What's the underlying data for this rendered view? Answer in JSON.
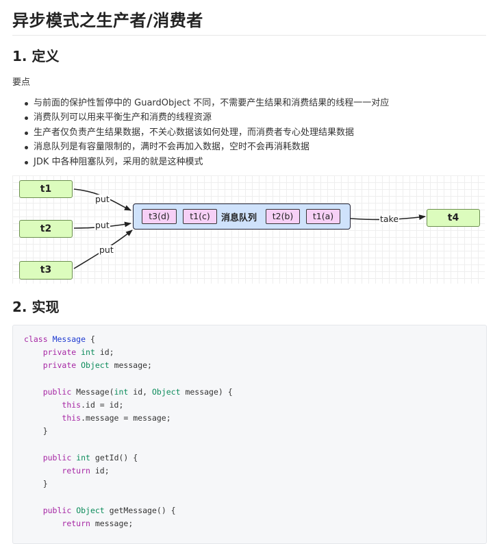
{
  "title": "异步模式之生产者/消费者",
  "section1": {
    "heading": "1. 定义",
    "intro": "要点"
  },
  "bullets": [
    "与前面的保护性暂停中的 GuardObject 不同，不需要产生结果和消费结果的线程一一对应",
    "消费队列可以用来平衡生产和消费的线程资源",
    "生产者仅负责产生结果数据，不关心数据该如何处理，而消费者专心处理结果数据",
    "消息队列是有容量限制的，满时不会再加入数据，空时不会再消耗数据",
    "JDK 中各种阻塞队列，采用的就是这种模式"
  ],
  "diagram": {
    "producers": [
      "t1",
      "t2",
      "t3"
    ],
    "consumer": "t4",
    "queue_label": "消息队列",
    "messages_left": [
      "t3(d)",
      "t1(c)"
    ],
    "messages_right": [
      "t2(b)",
      "t1(a)"
    ],
    "put_label": "put",
    "take_label": "take",
    "colors": {
      "node": "#dcfcbd",
      "queue": "#cfe2fb",
      "message": "#f6d0f6"
    }
  },
  "section2": {
    "heading": "2. 实现"
  },
  "code": {
    "l1": {
      "kw": "class",
      "cls": "Message",
      "rest": " {"
    },
    "l2": {
      "kw": "private",
      "ty": "int",
      "rest": " id;"
    },
    "l3": {
      "kw": "private",
      "ty": "Object",
      "rest": " message;"
    },
    "l5": {
      "kw": "public",
      "name": " Message(",
      "ty1": "int",
      "mid": " id, ",
      "ty2": "Object",
      "rest": " message) {"
    },
    "l6": {
      "kw": "this",
      "rest": ".id = id;"
    },
    "l7": {
      "kw": "this",
      "rest": ".message = message;"
    },
    "l8": "}",
    "l10": {
      "kw": "public",
      "ty": "int",
      "rest": " getId() {"
    },
    "l11": {
      "kw": "return",
      "rest": " id;"
    },
    "l12": "}",
    "l14": {
      "kw": "public",
      "ty": "Object",
      "rest": " getMessage() {"
    },
    "l15": {
      "kw": "return",
      "rest": " message;"
    }
  }
}
